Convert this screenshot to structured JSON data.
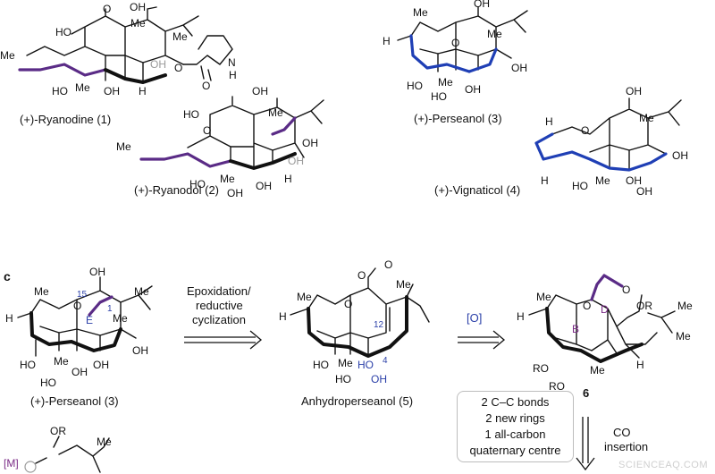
{
  "labels": {
    "ryanodine": "(+)-Ryanodine (1)",
    "ryanodol": "(+)-Ryanodol (2)",
    "perseanol_top": "(+)-Perseanol (3)",
    "vignaticol": "(+)-Vignaticol (4)",
    "perseanol_bottom": "(+)-Perseanol (3)",
    "anhydroperseanol": "Anhydroperseanol (5)",
    "compound6": "6"
  },
  "panel_letter": "c",
  "steps": {
    "step1_line1": "Epoxidation/",
    "step1_line2": "reductive",
    "step1_line3": "cyclization",
    "step2": "[O]",
    "step3_line1": "CO",
    "step3_line2": "insertion"
  },
  "summary_box": [
    "2 C–C bonds",
    "2 new rings",
    "1 all-carbon",
    "quaternary centre"
  ],
  "atom_labels": {
    "OH": "OH",
    "HO": "HO",
    "O": "O",
    "Me": "Me",
    "H": "H",
    "NH": "N",
    "NH_H": "H",
    "RO": "RO",
    "OR": "OR",
    "M": "[M]",
    "n15": "15",
    "n1": "1",
    "n12": "12",
    "n4": "4",
    "E": "E",
    "D": "D",
    "B": "B"
  },
  "watermark": "SCIENCEAQ.COM",
  "colors": {
    "purple": "#5a2b86",
    "blue": "#1f3fb5",
    "grey_oh": "#9a9a9a"
  }
}
